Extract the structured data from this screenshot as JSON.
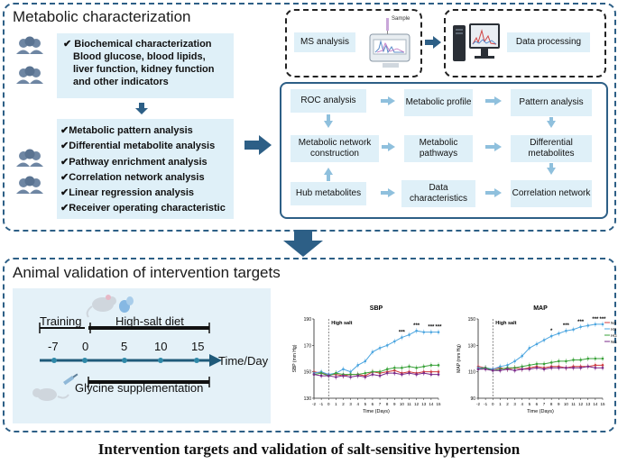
{
  "top_title": "Metabolic characterization",
  "bottom_title": "Animal validation of intervention targets",
  "biochem": {
    "header": "Biochemical characterization",
    "lines": [
      "Blood glucose, blood lipids,",
      "liver function, kidney function",
      "and other indicators"
    ]
  },
  "analyses": [
    "Metabolic pattern analysis",
    "Differential metabolite analysis",
    "Pathway enrichment analysis",
    "Correlation network analysis",
    "Linear regression analysis",
    "Receiver operating characteristic"
  ],
  "ms": {
    "label": "MS analysis",
    "sample_label": "Sample"
  },
  "data_processing": "Data processing",
  "flow": {
    "roc": "ROC analysis",
    "metabolic_profile": "Metabolic profile",
    "pattern_analysis": "Pattern analysis",
    "network_construction": "Metabolic network construction",
    "metabolic_pathways": "Metabolic pathways",
    "differential_metabolites": "Differential metabolites",
    "hub_metabolites": "Hub metabolites",
    "data_characteristics": "Data characteristics",
    "correlation_network": "Correlation network"
  },
  "timeline": {
    "training": "Training",
    "high_salt": "High-salt diet",
    "ticks": [
      "-7",
      "0",
      "5",
      "10",
      "15"
    ],
    "axis_label": "Time/Day",
    "glycine": "Glycine supplementation"
  },
  "caption": "Intervention targets and validation of salt-sensitive hypertension",
  "colors": {
    "panel_border": "#2d5f86",
    "box_fill": "#dff0f8",
    "arrow": "#7fb6d6",
    "big_arrow": "#2d5f86"
  },
  "chart_data": [
    {
      "type": "line",
      "title": "SBP",
      "ylabel": "SBP (mm Hg)",
      "xlabel": "Time (Days)",
      "annotation": "High salt",
      "x": [
        -2,
        -1,
        0,
        1,
        2,
        3,
        4,
        5,
        6,
        7,
        8,
        9,
        10,
        11,
        12,
        13,
        14,
        15
      ],
      "ylim": [
        130,
        190
      ],
      "yticks": [
        "130",
        "150",
        "170",
        "190"
      ],
      "xticks": [
        "-2",
        "-1",
        "0",
        "1",
        "2",
        "3",
        "4",
        "5",
        "6",
        "7",
        "8",
        "9",
        "10",
        "11",
        "12",
        "13",
        "14",
        "15"
      ],
      "series": [
        {
          "name": "NS",
          "color": "#d23b3b",
          "values": [
            150,
            149,
            148,
            148,
            147,
            148,
            148,
            147,
            150,
            149,
            150,
            151,
            149,
            150,
            149,
            150,
            150,
            150
          ]
        },
        {
          "name": "HS",
          "color": "#4da6e0",
          "values": [
            149,
            150,
            148,
            149,
            152,
            150,
            155,
            158,
            165,
            168,
            170,
            173,
            176,
            178,
            181,
            180,
            180,
            180
          ]
        },
        {
          "name": "HG",
          "color": "#3aa23a",
          "values": [
            148,
            149,
            147,
            149,
            148,
            148,
            148,
            149,
            150,
            150,
            152,
            153,
            153,
            154,
            153,
            154,
            155,
            155
          ]
        },
        {
          "name": "NG",
          "color": "#7a2a8a",
          "values": [
            148,
            147,
            147,
            146,
            147,
            146,
            147,
            146,
            148,
            147,
            149,
            149,
            148,
            149,
            148,
            149,
            148,
            148
          ]
        }
      ],
      "marks": [
        "*",
        "***",
        "***",
        "***",
        "***",
        "***",
        "***"
      ]
    },
    {
      "type": "line",
      "title": "MAP",
      "ylabel": "MAP (mm Hg)",
      "xlabel": "Time (Days)",
      "annotation": "High salt",
      "x": [
        -2,
        -1,
        0,
        1,
        2,
        3,
        4,
        5,
        6,
        7,
        8,
        9,
        10,
        11,
        12,
        13,
        14,
        15
      ],
      "ylim": [
        90,
        150
      ],
      "yticks": [
        "90",
        "110",
        "130",
        "150"
      ],
      "xticks": [
        "-2",
        "-1",
        "0",
        "1",
        "2",
        "3",
        "4",
        "5",
        "6",
        "7",
        "8",
        "9",
        "10",
        "11",
        "12",
        "13",
        "14",
        "15"
      ],
      "series": [
        {
          "name": "NS",
          "color": "#d23b3b",
          "values": [
            114,
            113,
            112,
            113,
            112,
            113,
            112,
            113,
            114,
            113,
            114,
            114,
            113,
            114,
            114,
            114,
            115,
            115
          ]
        },
        {
          "name": "HS",
          "color": "#4da6e0",
          "values": [
            113,
            113,
            112,
            114,
            115,
            118,
            122,
            128,
            131,
            134,
            137,
            139,
            141,
            142,
            144,
            145,
            146,
            146
          ]
        },
        {
          "name": "HG",
          "color": "#3aa23a",
          "values": [
            112,
            113,
            111,
            112,
            113,
            113,
            114,
            115,
            116,
            116,
            117,
            118,
            118,
            119,
            119,
            120,
            120,
            120
          ]
        },
        {
          "name": "NG",
          "color": "#7a2a8a",
          "values": [
            112,
            112,
            111,
            111,
            112,
            111,
            112,
            112,
            113,
            112,
            113,
            113,
            113,
            113,
            113,
            114,
            113,
            113
          ]
        }
      ],
      "marks": [
        "*",
        "**",
        "***",
        "***",
        "***",
        "***",
        "***",
        "***"
      ]
    }
  ]
}
